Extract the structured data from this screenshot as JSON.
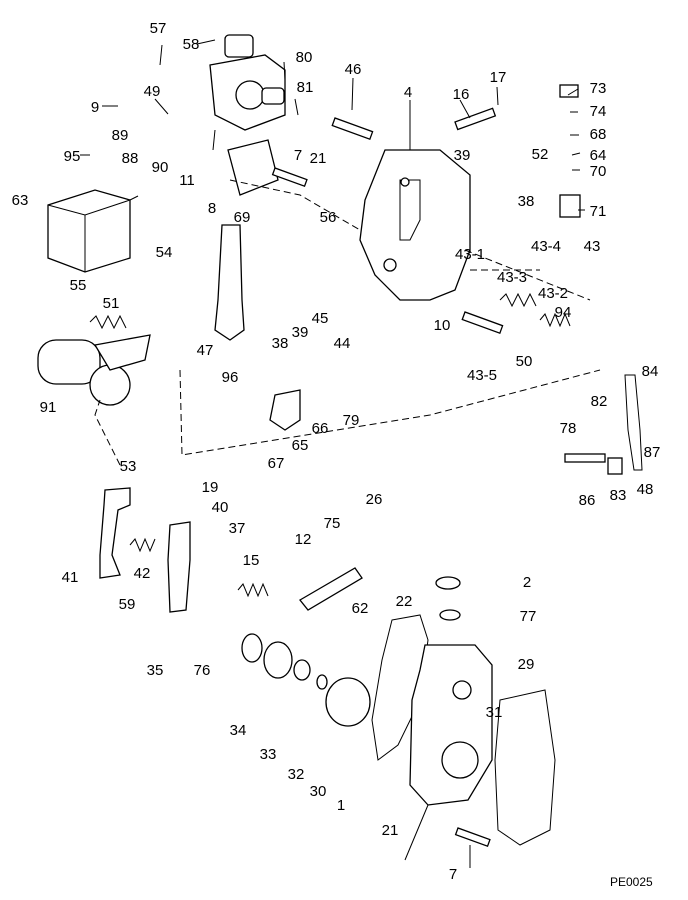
{
  "diagram": {
    "reference_code": "PE0025",
    "labels": [
      "57",
      "58",
      "80",
      "46",
      "4",
      "16",
      "17",
      "73",
      "74",
      "68",
      "64",
      "70",
      "71",
      "9",
      "49",
      "81",
      "89",
      "88",
      "90",
      "11",
      "8",
      "7",
      "21",
      "39",
      "52",
      "38",
      "95",
      "63",
      "56",
      "69",
      "43",
      "43-4",
      "43-1",
      "43-3",
      "43-2",
      "94",
      "54",
      "55",
      "51",
      "47",
      "38",
      "39",
      "45",
      "44",
      "10",
      "43-5",
      "50",
      "96",
      "91",
      "53",
      "67",
      "65",
      "66",
      "79",
      "84",
      "82",
      "78",
      "87",
      "86",
      "83",
      "48",
      "19",
      "40",
      "26",
      "37",
      "75",
      "12",
      "41",
      "42",
      "15",
      "59",
      "2",
      "62",
      "77",
      "22",
      "35",
      "76",
      "29",
      "34",
      "33",
      "32",
      "30",
      "31",
      "1",
      "21",
      "7"
    ]
  }
}
